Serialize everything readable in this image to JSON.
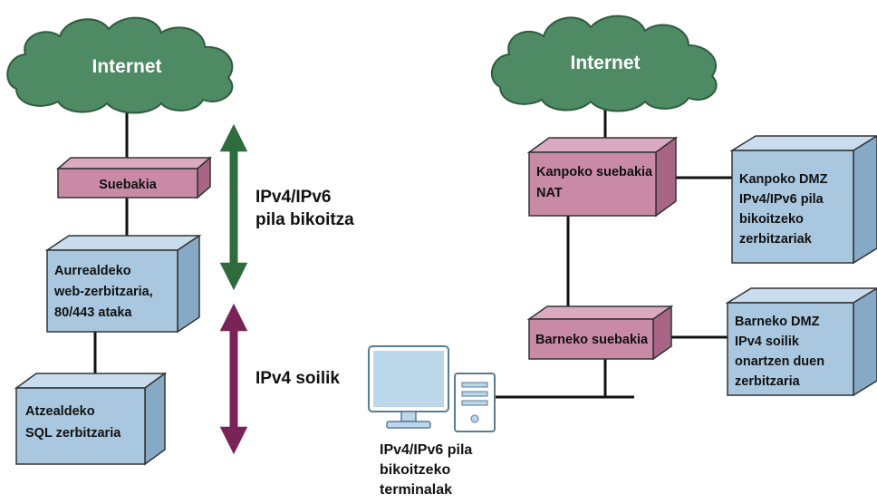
{
  "colors": {
    "cloud": "#4e8a63",
    "cloud_edge": "#2f5c3f",
    "firewall": "#c98aa6",
    "firewall_top": "#dcaac0",
    "firewall_side": "#a86585",
    "server": "#a9c8e0",
    "server_top": "#c9ddee",
    "server_side": "#86aac6",
    "arrow_dual": "#2f6b3d",
    "arrow_v4": "#7a2357",
    "terminal": "#bcd6ea"
  },
  "left": {
    "cloud": "Internet",
    "firewall": "Suebakia",
    "frontend": [
      "Aurrealdeko",
      "web-zerbitzaria,",
      "80/443 ataka"
    ],
    "backend": [
      "Atzealdeko",
      "SQL zerbitzaria"
    ],
    "dual_label": [
      "IPv4/IPv6",
      "pila bikoitza"
    ],
    "v4_label": "IPv4 soilik"
  },
  "right": {
    "cloud": "Internet",
    "outer_firewall": [
      "Kanpoko suebakia",
      "NAT"
    ],
    "inner_firewall": "Barneko suebakia",
    "outer_dmz": [
      "Kanpoko DMZ",
      "IPv4/IPv6 pila",
      "bikoitzeko",
      "zerbitzariak"
    ],
    "inner_dmz": [
      "Barneko DMZ",
      "IPv4 soilik",
      "onartzen duen",
      "zerbitzaria"
    ],
    "terminals": [
      "IPv4/IPv6 pila",
      "bikoitzeko",
      "terminalak"
    ]
  }
}
